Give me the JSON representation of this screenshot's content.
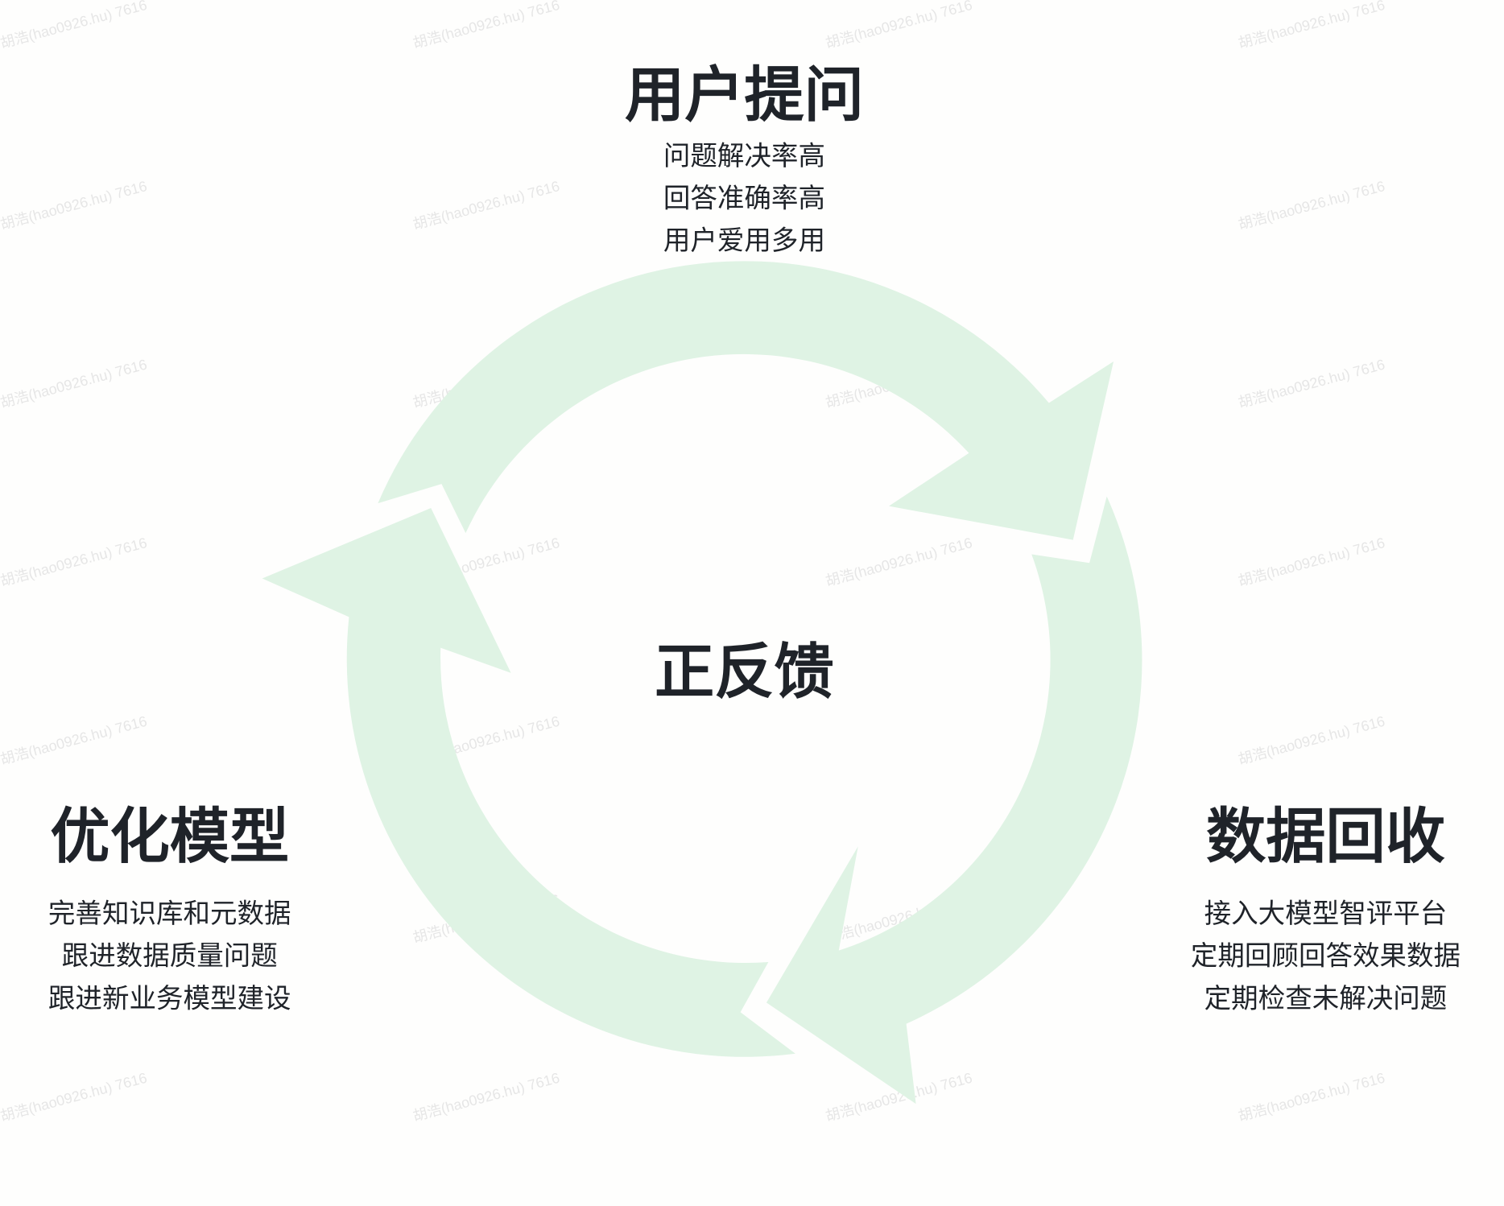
{
  "watermark": "胡浩(hao0926.hu) 7616",
  "colors": {
    "arrow": "#dff3e4",
    "text": "#1f2329",
    "background": "#fefefd"
  },
  "center_label": "正反馈",
  "nodes": {
    "top": {
      "title": "用户提问",
      "lines": [
        "问题解决率高",
        "回答准确率高",
        "用户爱用多用"
      ]
    },
    "right": {
      "title": "数据回收",
      "lines": [
        "接入大模型智评平台",
        "定期回顾回答效果数据",
        "定期检查未解决问题"
      ]
    },
    "left": {
      "title": "优化模型",
      "lines": [
        "完善知识库和元数据",
        "跟进数据质量问题",
        "跟进新业务模型建设"
      ]
    }
  }
}
